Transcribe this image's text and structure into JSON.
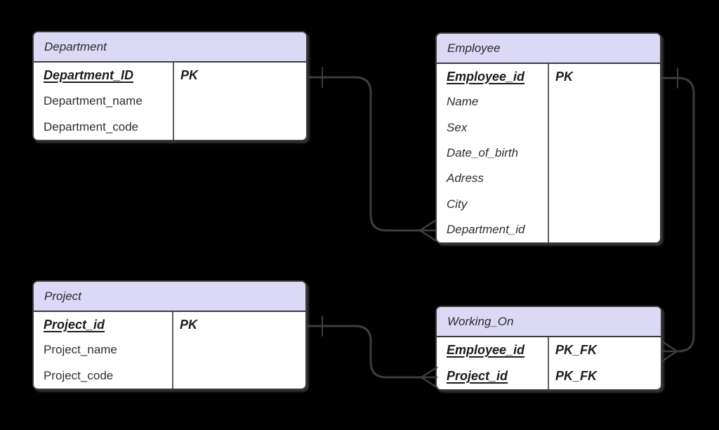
{
  "diagram": {
    "colors": {
      "background": "#000000",
      "header_fill": "#dcd9f6",
      "body_fill": "#ffffff",
      "border": "#3c3c3c",
      "divider": "#5f5f5f",
      "line": "#3d3d3d",
      "text": "#262626"
    },
    "tables": {
      "department": {
        "title": "Department",
        "rows": [
          {
            "name": "Department_ID",
            "key": "PK"
          },
          {
            "name": "Department_name",
            "key": ""
          },
          {
            "name": "Department_code",
            "key": ""
          }
        ]
      },
      "employee": {
        "title": "Employee",
        "rows": [
          {
            "name": "Employee_id",
            "key": "PK"
          },
          {
            "name": "Name",
            "key": ""
          },
          {
            "name": "Sex",
            "key": ""
          },
          {
            "name": "Date_of_birth",
            "key": ""
          },
          {
            "name": "Adress",
            "key": ""
          },
          {
            "name": "City",
            "key": ""
          },
          {
            "name": "Department_id",
            "key": ""
          }
        ]
      },
      "project": {
        "title": "Project",
        "rows": [
          {
            "name": "Project_id",
            "key": "PK"
          },
          {
            "name": "Project_name",
            "key": ""
          },
          {
            "name": "Project_code",
            "key": ""
          }
        ]
      },
      "working_on": {
        "title": "Working_On",
        "rows": [
          {
            "name": "Employee_id",
            "key": "PK_FK"
          },
          {
            "name": "Project_id",
            "key": "PK_FK"
          }
        ]
      }
    },
    "relationships": [
      {
        "from_table": "Department",
        "from_row": "Department_ID",
        "from_cardinality": "one",
        "to_table": "Employee",
        "to_row": "Department_id",
        "to_cardinality": "many"
      },
      {
        "from_table": "Employee",
        "from_row": "Employee_id",
        "from_cardinality": "one",
        "to_table": "Working_On",
        "to_row": "Employee_id",
        "to_cardinality": "many"
      },
      {
        "from_table": "Project",
        "from_row": "Project_id",
        "from_cardinality": "one",
        "to_table": "Working_On",
        "to_row": "Project_id",
        "to_cardinality": "many"
      }
    ]
  }
}
